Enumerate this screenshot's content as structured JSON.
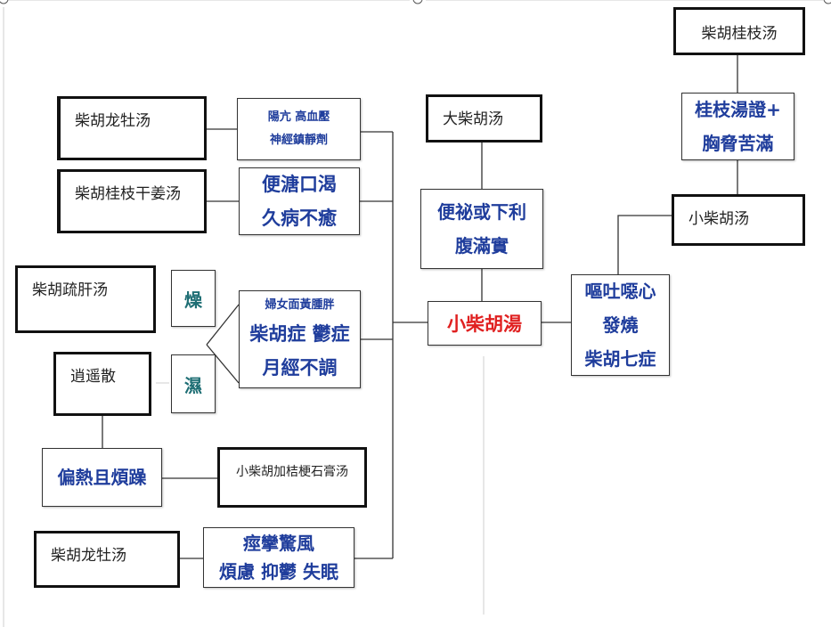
{
  "nodes": {
    "chaihu_guizhi_tang": "柴胡桂枝汤",
    "guizhi_tang_zheng": "桂枝湯證+",
    "xiong_xie_ku_man": "胸脅苦滿",
    "xiao_chaihu_tang_plain": "小柴胡汤",
    "ou_tu": "嘔吐噁心",
    "fa_shao": "發燒",
    "chaihu_qi_zheng": "柴胡七症",
    "xiao_chaihu_tang_center": "小柴胡湯",
    "da_chaihu_tang": "大柴胡汤",
    "bian_mi": "便祕或下利",
    "fu_man_shi": "腹滿實",
    "chaihu_longmu_tang_top": "柴胡龙牡汤",
    "yang_kang": "陽亢 高血壓",
    "shen_jing": "神經鎮靜劑",
    "chaihu_guizhi_ganjiang_tang": "柴胡桂枝干姜汤",
    "bian_tang": "便溏口渴",
    "jiu_bing": "久病不癒",
    "chaihu_shugan_tang": "柴胡疏肝汤",
    "zao": "燥",
    "shi": "濕",
    "xiao_yao_san": "逍遥散",
    "funv": "婦女面黃腫胖",
    "chaihu_zheng": "柴胡症 鬱症",
    "yue_jing": "月經不調",
    "pian_re": "偏熱且煩躁",
    "xiao_chaihu_jia_jiegeng": "小柴胡加桔梗石膏汤",
    "chaihu_longmu_tang_bottom": "柴胡龙牡汤",
    "jing_luan": "痙攣驚風",
    "fan_lv": "煩慮 抑鬱 失眠"
  }
}
